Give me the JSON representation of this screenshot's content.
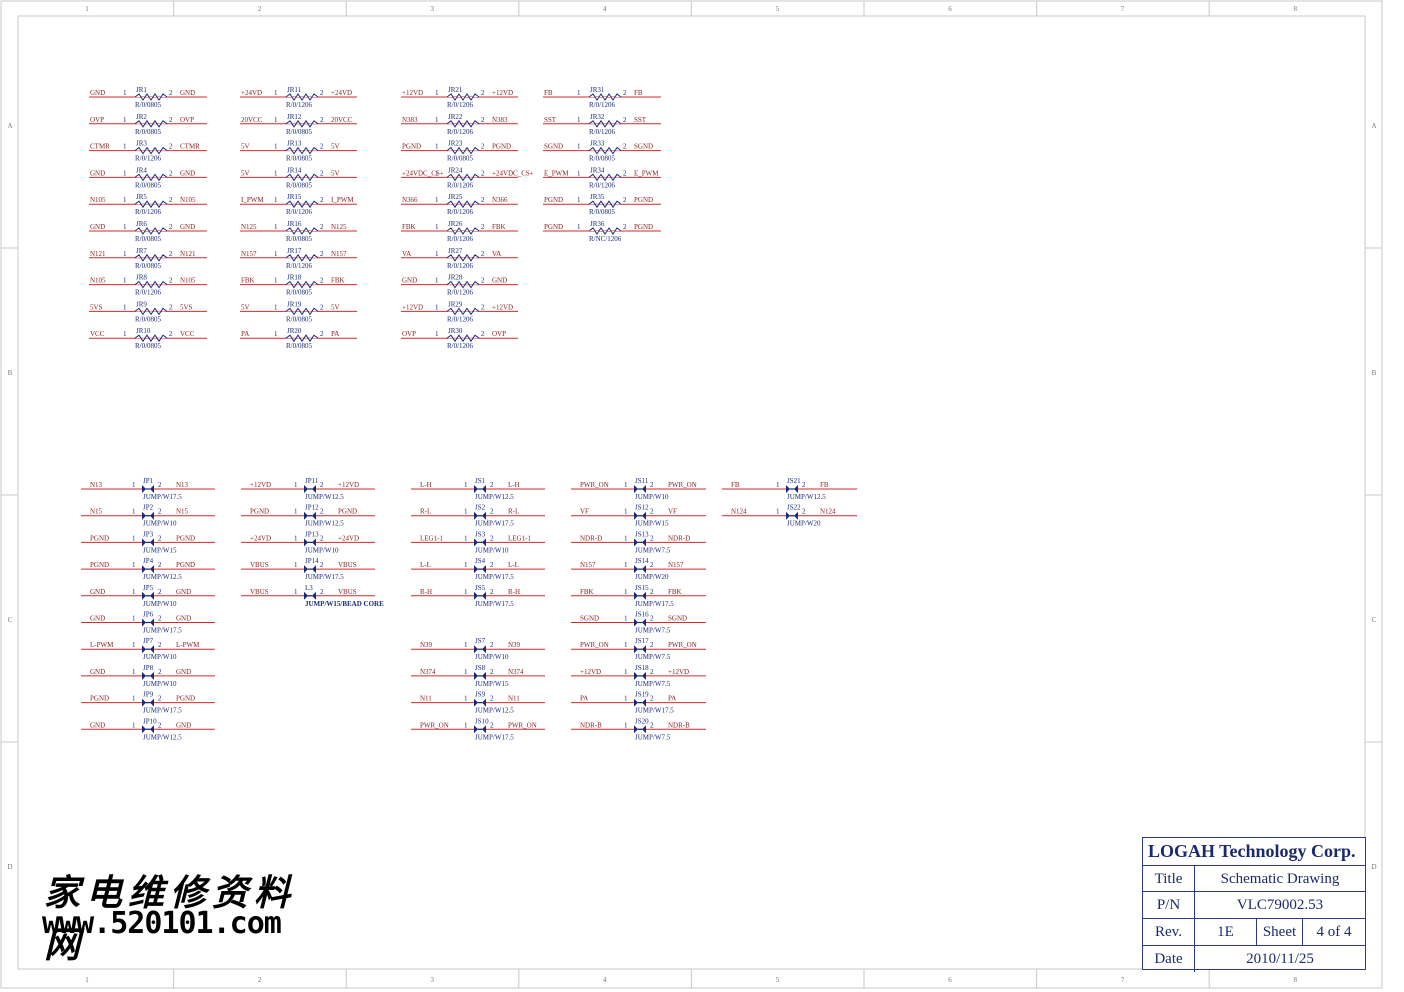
{
  "border": {
    "columns": [
      "1",
      "2",
      "3",
      "4",
      "5",
      "6",
      "7",
      "8"
    ],
    "rows": [
      "A",
      "B",
      "C",
      "D"
    ]
  },
  "resistors": [
    {
      "ref": "JR1",
      "val": "R/0/0805",
      "l": "GND",
      "r": "GND"
    },
    {
      "ref": "JR2",
      "val": "R/0/0805",
      "l": "OVP",
      "r": "OVP"
    },
    {
      "ref": "JR3",
      "val": "R/0/1206",
      "l": "CTMR",
      "r": "CTMR"
    },
    {
      "ref": "JR4",
      "val": "R/0/0805",
      "l": "GND",
      "r": "GND"
    },
    {
      "ref": "JR5",
      "val": "R/0/1206",
      "l": "N105",
      "r": "N105"
    },
    {
      "ref": "JR6",
      "val": "R/0/0805",
      "l": "GND",
      "r": "GND"
    },
    {
      "ref": "JR7",
      "val": "R/0/0805",
      "l": "N121",
      "r": "N121"
    },
    {
      "ref": "JR8",
      "val": "R/0/1206",
      "l": "N105",
      "r": "N105"
    },
    {
      "ref": "JR9",
      "val": "R/0/0805",
      "l": "5VS",
      "r": "5VS"
    },
    {
      "ref": "JR10",
      "val": "R/0/0805",
      "l": "VCC",
      "r": "VCC"
    },
    {
      "ref": "JR11",
      "val": "R/0/1206",
      "l": "+24VD",
      "r": "+24VD"
    },
    {
      "ref": "JR12",
      "val": "R/0/0805",
      "l": "20VCC",
      "r": "20VCC"
    },
    {
      "ref": "JR13",
      "val": "R/0/0805",
      "l": "5V",
      "r": "5V"
    },
    {
      "ref": "JR14",
      "val": "R/0/0805",
      "l": "5V",
      "r": "5V"
    },
    {
      "ref": "JR15",
      "val": "R/0/1206",
      "l": "I_PWM",
      "r": "I_PWM"
    },
    {
      "ref": "JR16",
      "val": "R/0/0805",
      "l": "N125",
      "r": "N125"
    },
    {
      "ref": "JR17",
      "val": "R/0/1206",
      "l": "N157",
      "r": "N157"
    },
    {
      "ref": "JR18",
      "val": "R/0/0805",
      "l": "FBK",
      "r": "FBK"
    },
    {
      "ref": "JR19",
      "val": "R/0/0805",
      "l": "5V",
      "r": "5V"
    },
    {
      "ref": "JR20",
      "val": "R/0/0805",
      "l": "PA",
      "r": "PA"
    },
    {
      "ref": "JR21",
      "val": "R/0/1206",
      "l": "+12VD",
      "r": "+12VD"
    },
    {
      "ref": "JR22",
      "val": "R/0/1206",
      "l": "N383",
      "r": "N383"
    },
    {
      "ref": "JR23",
      "val": "R/0/0805",
      "l": "PGND",
      "r": "PGND"
    },
    {
      "ref": "JR24",
      "val": "R/0/1206",
      "l": "+24VDC_CS+",
      "r": "+24VDC_CS+"
    },
    {
      "ref": "JR25",
      "val": "R/0/1206",
      "l": "N366",
      "r": "N366"
    },
    {
      "ref": "JR26",
      "val": "R/0/1206",
      "l": "FBK",
      "r": "FBK"
    },
    {
      "ref": "JR27",
      "val": "R/0/1206",
      "l": "VA",
      "r": "VA"
    },
    {
      "ref": "JR28",
      "val": "R/0/1206",
      "l": "GND",
      "r": "GND"
    },
    {
      "ref": "JR29",
      "val": "R/0/1206",
      "l": "+12VD",
      "r": "+12VD"
    },
    {
      "ref": "JR30",
      "val": "R/0/1206",
      "l": "OVP",
      "r": "OVP"
    },
    {
      "ref": "JR31",
      "val": "R/0/1206",
      "l": "FB",
      "r": "FB"
    },
    {
      "ref": "JR32",
      "val": "R/0/1206",
      "l": "SST",
      "r": "SST"
    },
    {
      "ref": "JR33",
      "val": "R/0/0805",
      "l": "SGND",
      "r": "SGND"
    },
    {
      "ref": "JR34",
      "val": "R/0/1206",
      "l": "E_PWM",
      "r": "E_PWM"
    },
    {
      "ref": "JR35",
      "val": "R/0/0805",
      "l": "PGND",
      "r": "PGND"
    },
    {
      "ref": "JR36",
      "val": "R/NC/1206",
      "l": "PGND",
      "r": "PGND"
    }
  ],
  "jumpers": [
    {
      "ref": "JP1",
      "val": "JUMP/W17.5",
      "l": "N13",
      "r": "N13"
    },
    {
      "ref": "JP2",
      "val": "JUMP/W10",
      "l": "N15",
      "r": "N15"
    },
    {
      "ref": "JP3",
      "val": "JUMP/W15",
      "l": "PGND",
      "r": "PGND"
    },
    {
      "ref": "JP4",
      "val": "JUMP/W12.5",
      "l": "PGND",
      "r": "PGND"
    },
    {
      "ref": "JP5",
      "val": "JUMP/W10",
      "l": "GND",
      "r": "GND"
    },
    {
      "ref": "JP6",
      "val": "JUMP/W17.5",
      "l": "GND",
      "r": "GND"
    },
    {
      "ref": "JP7",
      "val": "JUMP/W10",
      "l": "L-PWM",
      "r": "L-PWM"
    },
    {
      "ref": "JP8",
      "val": "JUMP/W10",
      "l": "GND",
      "r": "GND"
    },
    {
      "ref": "JP9",
      "val": "JUMP/W17.5",
      "l": "PGND",
      "r": "PGND"
    },
    {
      "ref": "JP10",
      "val": "JUMP/W12.5",
      "l": "GND",
      "r": "GND"
    },
    {
      "ref": "JP11",
      "val": "JUMP/W12.5",
      "l": "+12VD",
      "r": "+12VD"
    },
    {
      "ref": "JP12",
      "val": "JUMP/W12.5",
      "l": "PGND",
      "r": "PGND"
    },
    {
      "ref": "JP13",
      "val": "JUMP/W10",
      "l": "+24VD",
      "r": "+24VD"
    },
    {
      "ref": "JP14",
      "val": "JUMP/W17.5",
      "l": "VBUS",
      "r": "VBUS"
    },
    {
      "ref": "L3",
      "val": "JUMP/W15/BEAD CORE",
      "l": "VBUS",
      "r": "VBUS"
    },
    {
      "ref": "JS1",
      "val": "JUMP/W12.5",
      "l": "L-H",
      "r": "L-H"
    },
    {
      "ref": "JS2",
      "val": "JUMP/W17.5",
      "l": "R-L",
      "r": "R-L"
    },
    {
      "ref": "JS3",
      "val": "JUMP/W10",
      "l": "LEG1-1",
      "r": "LEG1-1"
    },
    {
      "ref": "JS4",
      "val": "JUMP/W17.5",
      "l": "L-L",
      "r": "L-L"
    },
    {
      "ref": "JS5",
      "val": "JUMP/W17.5",
      "l": "R-H",
      "r": "R-H"
    },
    {
      "ref": "JS7",
      "val": "JUMP/W10",
      "l": "N39",
      "r": "N39"
    },
    {
      "ref": "JS8",
      "val": "JUMP/W15",
      "l": "N374",
      "r": "N374"
    },
    {
      "ref": "JS9",
      "val": "JUMP/W12.5",
      "l": "N11",
      "r": "N11"
    },
    {
      "ref": "JS10",
      "val": "JUMP/W17.5",
      "l": "PWR_ON",
      "r": "PWR_ON"
    },
    {
      "ref": "JS11",
      "val": "JUMP/W10",
      "l": "PWR_ON",
      "r": "PWR_ON"
    },
    {
      "ref": "JS12",
      "val": "JUMP/W15",
      "l": "VF",
      "r": "VF"
    },
    {
      "ref": "JS13",
      "val": "JUMP/W7.5",
      "l": "NDR-D",
      "r": "NDR-D"
    },
    {
      "ref": "JS14",
      "val": "JUMP/W20",
      "l": "N157",
      "r": "N157"
    },
    {
      "ref": "JS15",
      "val": "JUMP/W17.5",
      "l": "FBK",
      "r": "FBK"
    },
    {
      "ref": "JS16",
      "val": "JUMP/W7.5",
      "l": "SGND",
      "r": "SGND"
    },
    {
      "ref": "JS17",
      "val": "JUMP/W7.5",
      "l": "PWR_ON",
      "r": "PWR_ON"
    },
    {
      "ref": "JS18",
      "val": "JUMP/W7.5",
      "l": "+12VD",
      "r": "+12VD"
    },
    {
      "ref": "JS19",
      "val": "JUMP/W17.5",
      "l": "PA",
      "r": "PA"
    },
    {
      "ref": "JS20",
      "val": "JUMP/W7.5",
      "l": "NDR-B",
      "r": "NDR-B"
    },
    {
      "ref": "JS21",
      "val": "JUMP/W12.5",
      "l": "FB",
      "r": "FB"
    },
    {
      "ref": "JS22",
      "val": "JUMP/W20",
      "l": "N124",
      "r": "N124"
    }
  ],
  "title_block": {
    "company": "LOGAH Technology Corp.",
    "title_label": "Title",
    "title_value": "Schematic Drawing",
    "pn_label": "P/N",
    "pn_value": "VLC79002.53",
    "rev_label": "Rev.",
    "rev_value": "1E",
    "sheet_label": "Sheet",
    "sheet_value": "4 of 4",
    "date_label": "Date",
    "date_value": "2010/11/25"
  },
  "watermark": {
    "chinese": "家电维修资料网",
    "url": "www.520101.com"
  },
  "colors": {
    "wire": "#d12a2a",
    "net_label": "#8a1c1c",
    "component": "#1a2a7a",
    "border": "#c8c8c8"
  }
}
